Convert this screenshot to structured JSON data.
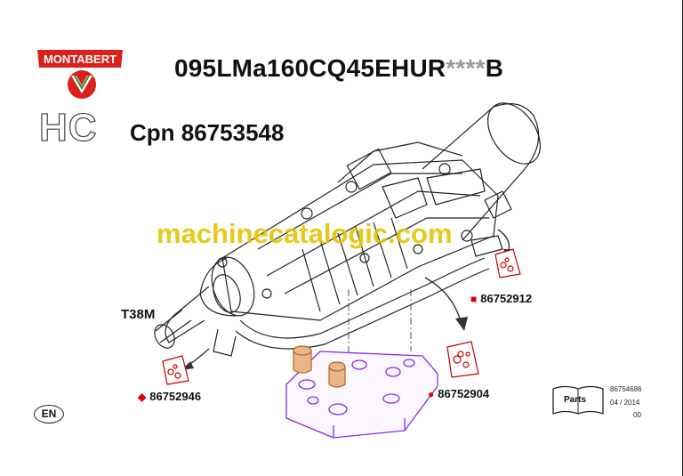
{
  "brand": {
    "name": "MONTABERT",
    "accent": "#d8211b"
  },
  "header": {
    "model_main": "095LMa160CQ45EHUR",
    "model_stars": "****",
    "model_suffix": "B"
  },
  "section": {
    "code": "HC",
    "cpn": "Cpn 86753548"
  },
  "watermark": "machinecatalogic.com",
  "labels": {
    "shank": "T38M"
  },
  "parts": [
    {
      "number": "86752912",
      "marker": "■",
      "marker_color": "#e00000"
    },
    {
      "number": "86752946",
      "marker": "◆",
      "marker_color": "#e00000"
    },
    {
      "number": "86752904",
      "marker": "●",
      "marker_color": "#e00000"
    }
  ],
  "language": "EN",
  "footer": {
    "book_label": "Parts",
    "doc_number": "86754686",
    "date": "04 / 2014",
    "revision": "00"
  },
  "colors": {
    "highlight_outline": "#8a2be2",
    "highlight_fill": "#c87941",
    "kit_red": "#e00000"
  }
}
